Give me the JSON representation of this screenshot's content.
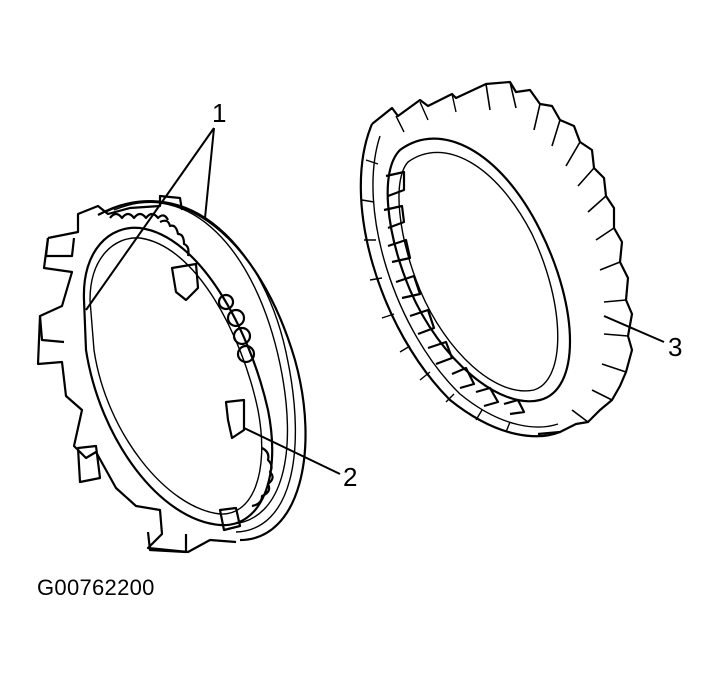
{
  "callouts": {
    "one": "1",
    "two": "2",
    "three": "3"
  },
  "figure_code": "G00762200",
  "colors": {
    "line": "#000000",
    "background": "#ffffff"
  }
}
